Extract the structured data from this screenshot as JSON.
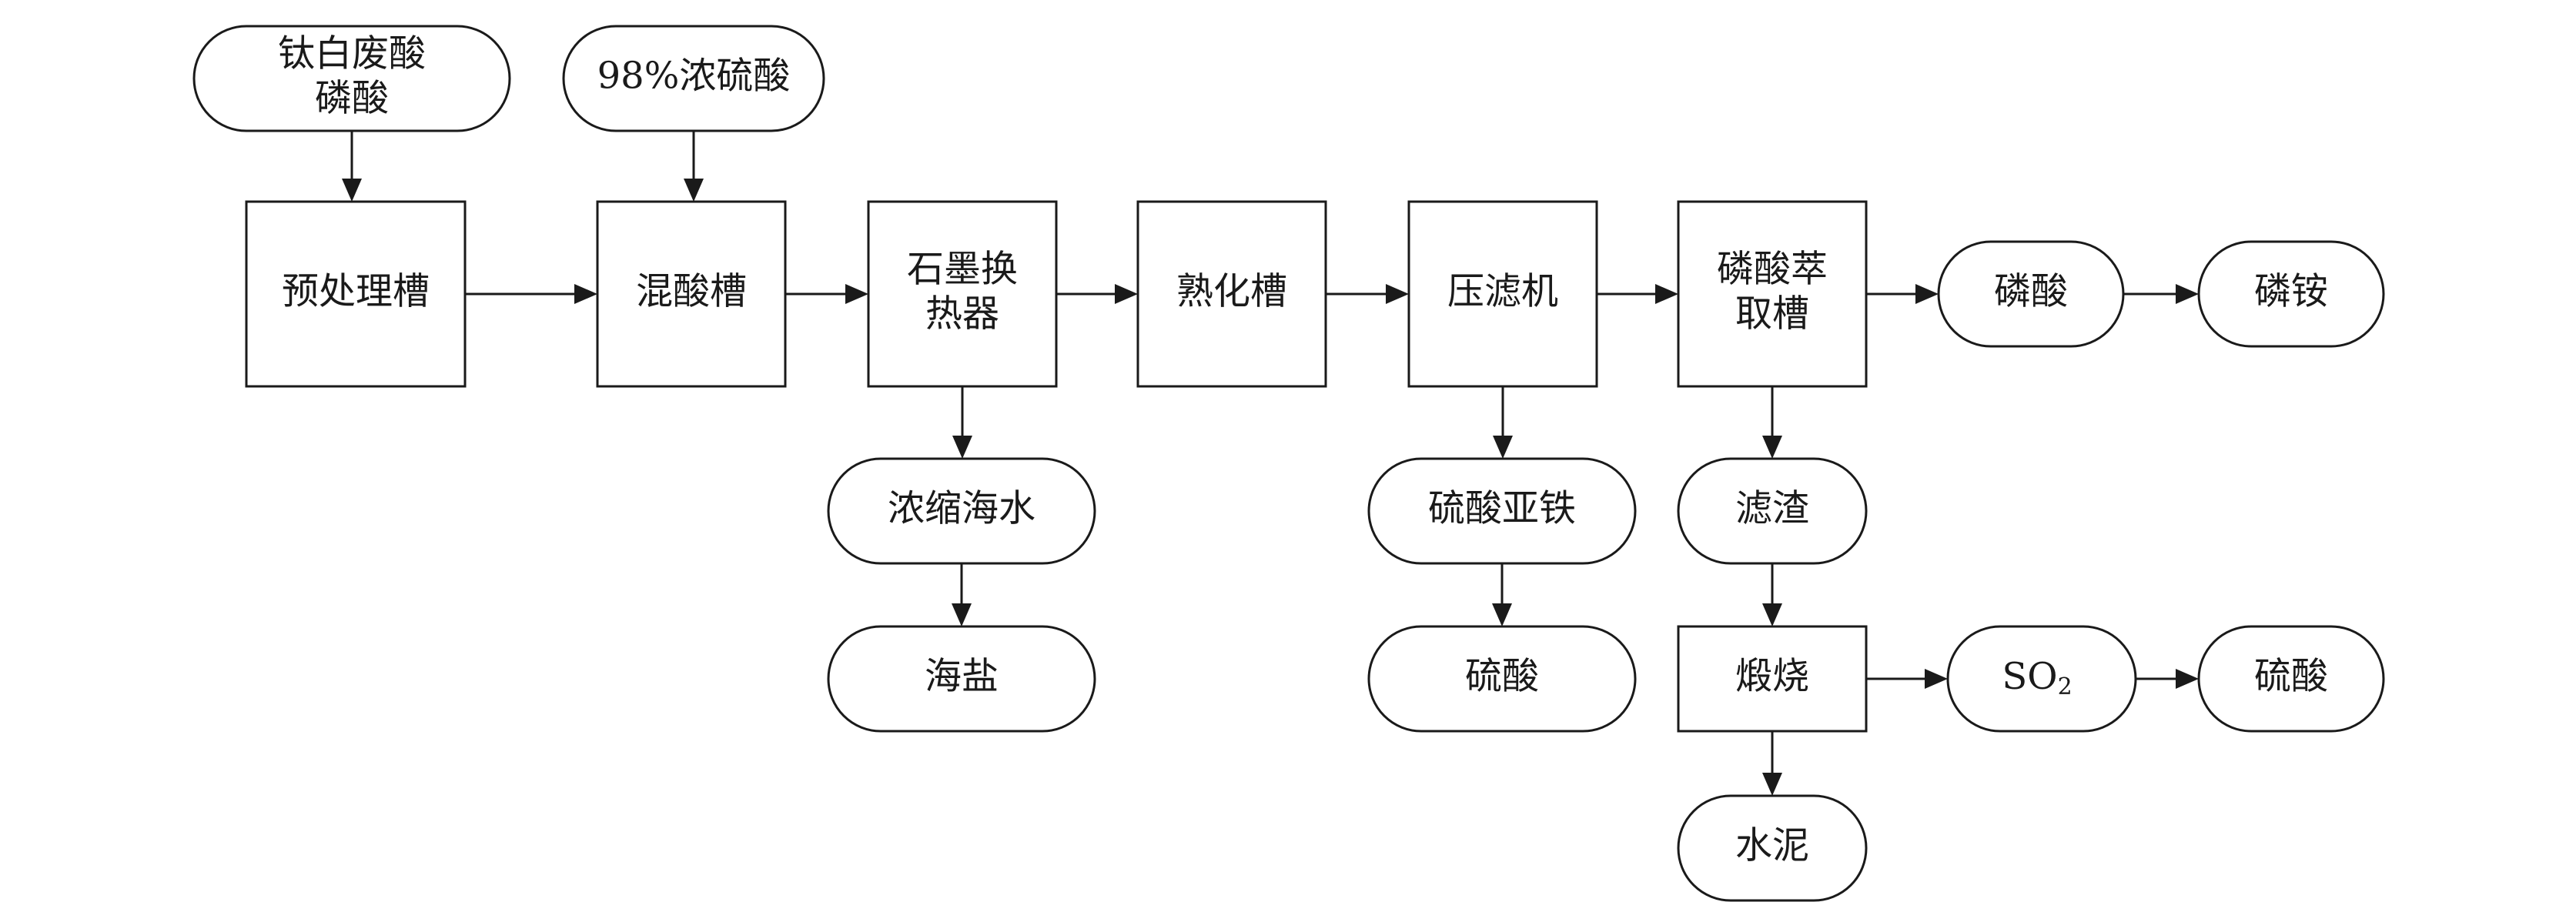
{
  "nodes": [
    {
      "id": "in_phosphoric",
      "shape": "pill",
      "lines": [
        "钛白废酸",
        "磷酸"
      ]
    },
    {
      "id": "in_sulfuric",
      "shape": "pill",
      "lines": [
        "98%浓硫酸"
      ]
    },
    {
      "id": "pretreat",
      "shape": "rect",
      "lines": [
        "预处理槽"
      ]
    },
    {
      "id": "mix",
      "shape": "rect",
      "lines": [
        "混酸槽"
      ]
    },
    {
      "id": "graphite",
      "shape": "rect",
      "lines": [
        "石墨换",
        "热器"
      ]
    },
    {
      "id": "mature",
      "shape": "rect",
      "lines": [
        "熟化槽"
      ]
    },
    {
      "id": "filterpress",
      "shape": "rect",
      "lines": [
        "压滤机"
      ]
    },
    {
      "id": "extract",
      "shape": "rect",
      "lines": [
        "磷酸萃",
        "取槽"
      ]
    },
    {
      "id": "out_phosphoric",
      "shape": "pill",
      "lines": [
        "磷酸"
      ]
    },
    {
      "id": "out_ammonium",
      "shape": "pill",
      "lines": [
        "磷铵"
      ]
    },
    {
      "id": "brine",
      "shape": "pill",
      "lines": [
        "浓缩海水"
      ]
    },
    {
      "id": "seasalt",
      "shape": "pill",
      "lines": [
        "海盐"
      ]
    },
    {
      "id": "ferrous",
      "shape": "pill",
      "lines": [
        "硫酸亚铁"
      ]
    },
    {
      "id": "sulfuric1",
      "shape": "pill",
      "lines": [
        "硫酸"
      ]
    },
    {
      "id": "residue",
      "shape": "pill",
      "lines": [
        "滤渣"
      ]
    },
    {
      "id": "calcine",
      "shape": "rect",
      "lines": [
        "煅烧"
      ]
    },
    {
      "id": "so2",
      "shape": "pill",
      "lines": [
        "SO"
      ],
      "subscript": "2"
    },
    {
      "id": "sulfuric2",
      "shape": "pill",
      "lines": [
        "硫酸"
      ]
    },
    {
      "id": "cement",
      "shape": "pill",
      "lines": [
        "水泥"
      ]
    }
  ],
  "edges": [
    {
      "from": "in_phosphoric",
      "to": "pretreat"
    },
    {
      "from": "in_sulfuric",
      "to": "mix"
    },
    {
      "from": "pretreat",
      "to": "mix"
    },
    {
      "from": "mix",
      "to": "graphite"
    },
    {
      "from": "graphite",
      "to": "mature"
    },
    {
      "from": "mature",
      "to": "filterpress"
    },
    {
      "from": "filterpress",
      "to": "extract"
    },
    {
      "from": "extract",
      "to": "out_phosphoric"
    },
    {
      "from": "out_phosphoric",
      "to": "out_ammonium"
    },
    {
      "from": "graphite",
      "to": "brine"
    },
    {
      "from": "brine",
      "to": "seasalt"
    },
    {
      "from": "filterpress",
      "to": "ferrous"
    },
    {
      "from": "ferrous",
      "to": "sulfuric1"
    },
    {
      "from": "extract",
      "to": "residue"
    },
    {
      "from": "residue",
      "to": "calcine"
    },
    {
      "from": "calcine",
      "to": "so2"
    },
    {
      "from": "so2",
      "to": "sulfuric2"
    },
    {
      "from": "calcine",
      "to": "cement"
    }
  ]
}
